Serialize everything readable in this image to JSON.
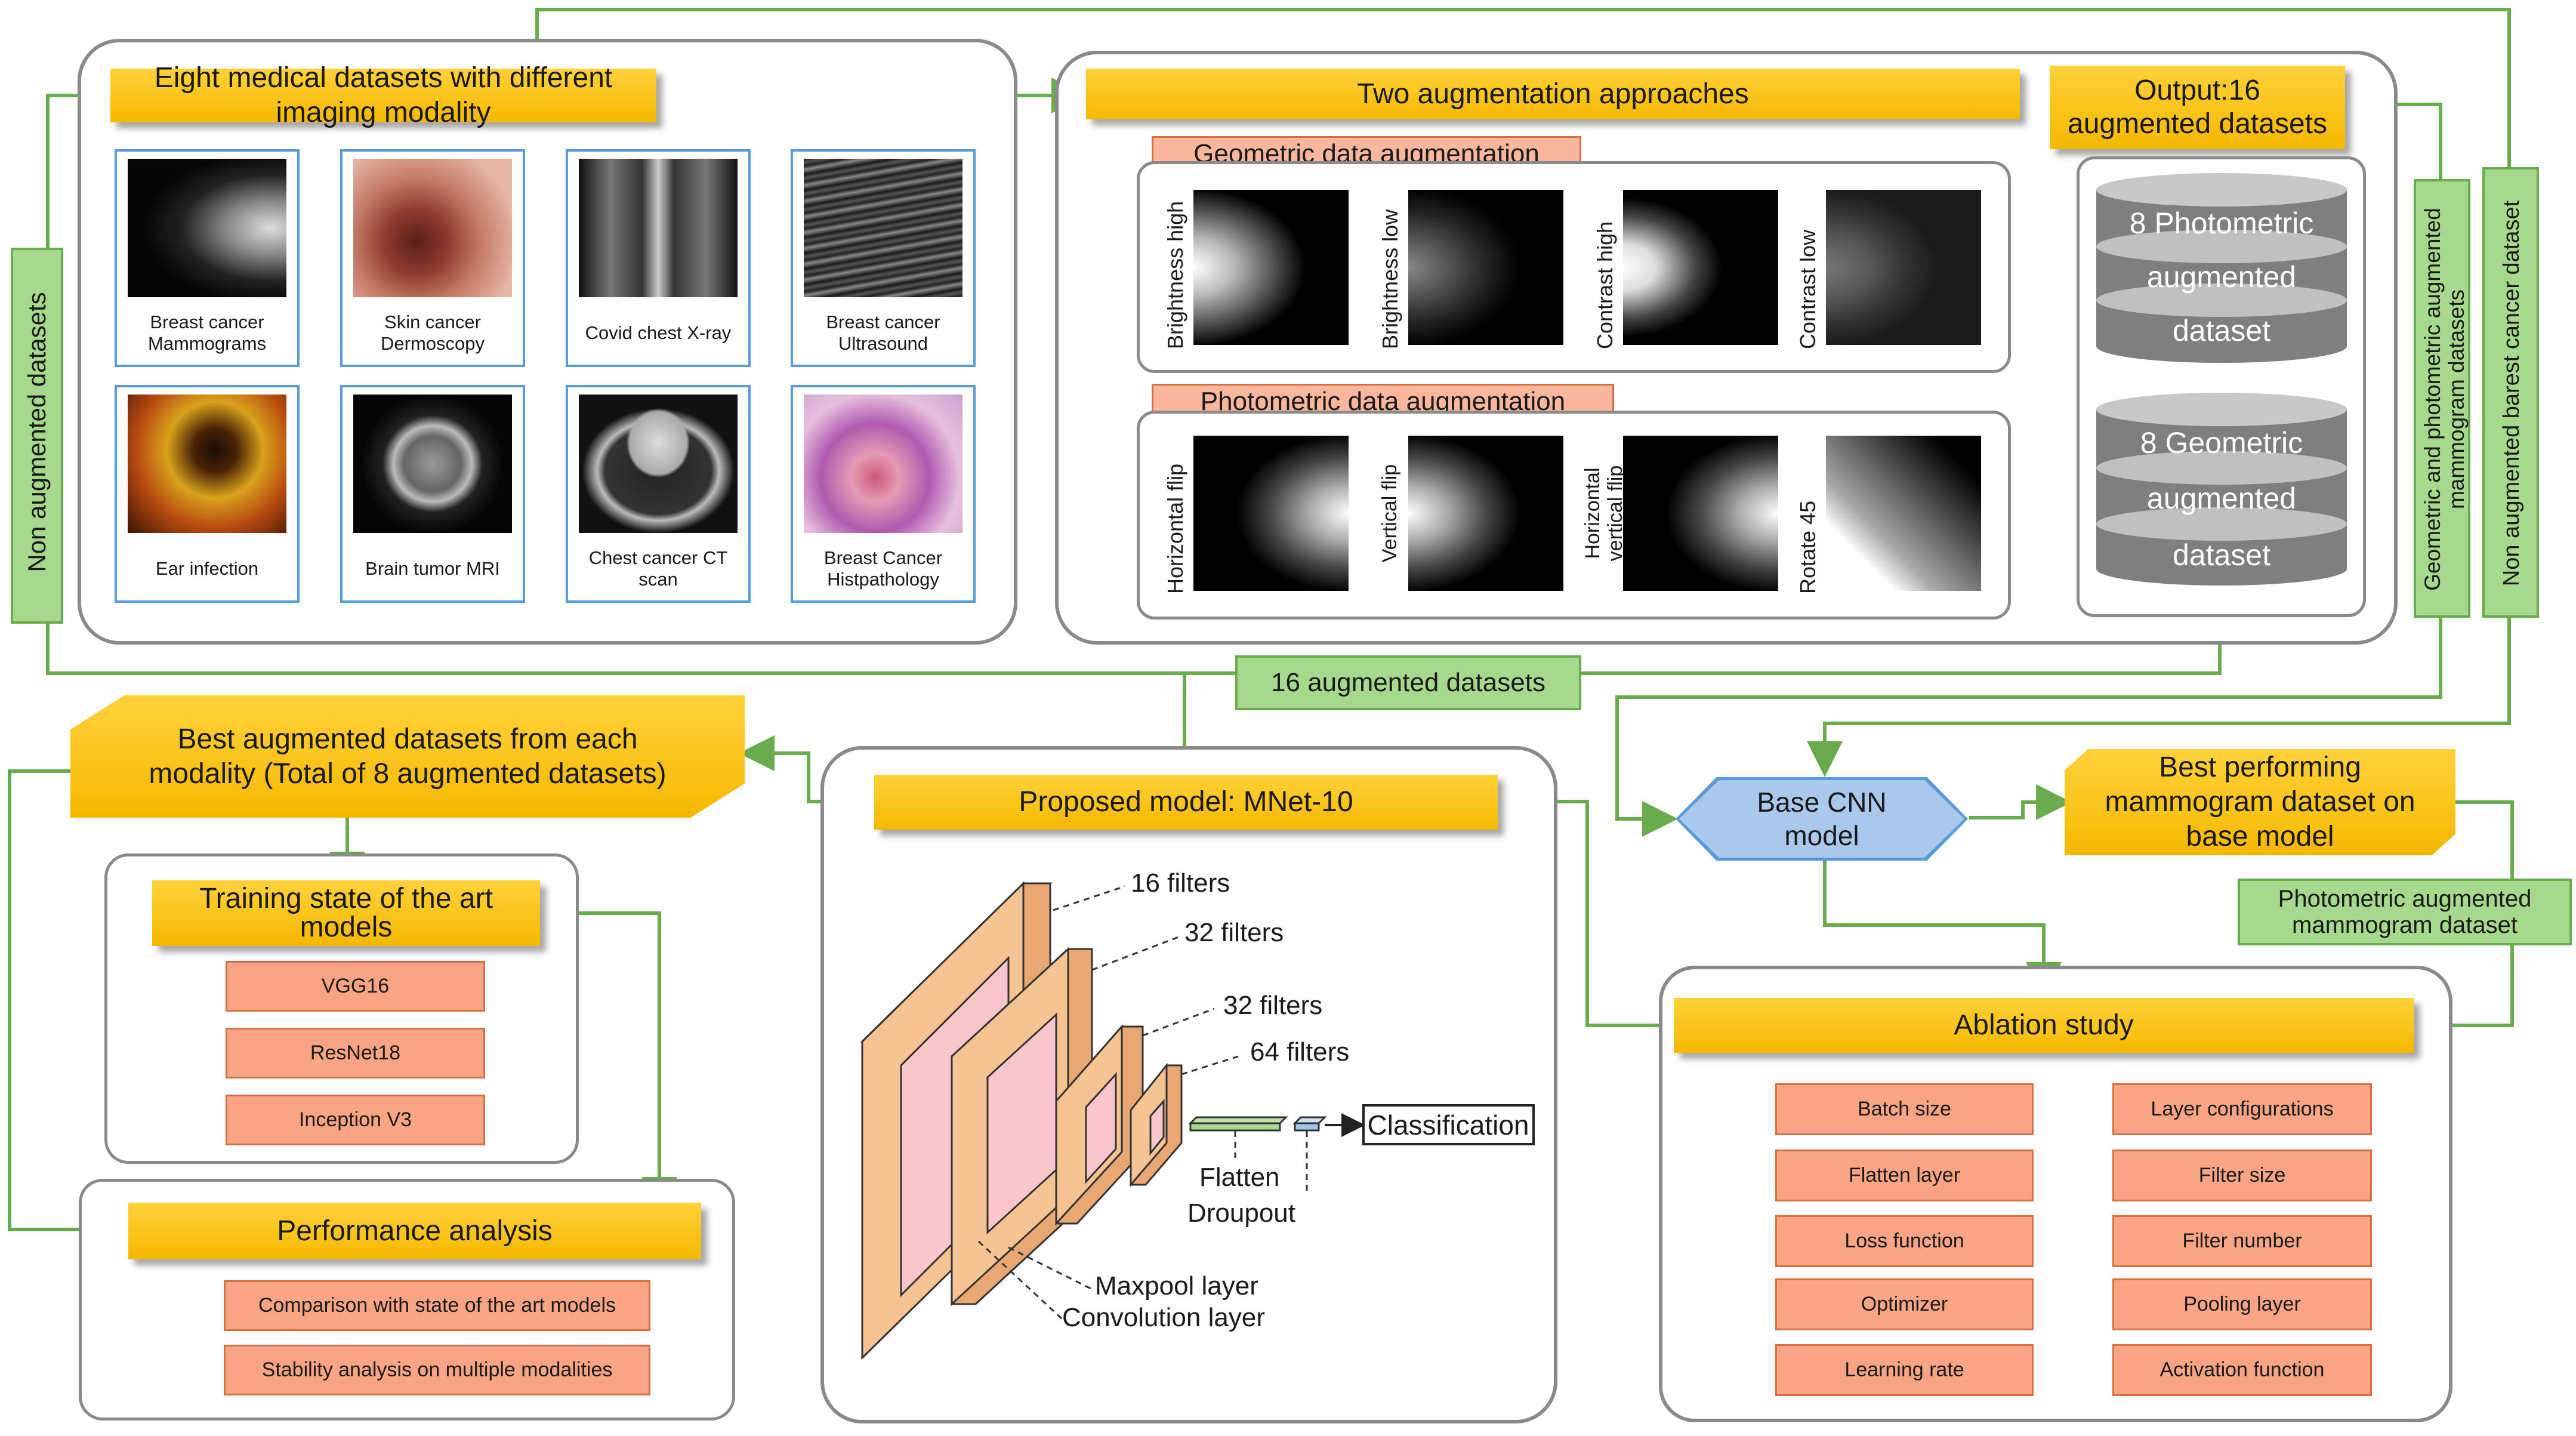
{
  "datasets_panel": {
    "title": "Eight medical datasets with different imaging modality",
    "items": [
      {
        "caption": "Breast cancer Mammograms",
        "image": "mammogram-image"
      },
      {
        "caption": "Skin cancer Dermoscopy",
        "image": "dermoscopy-image"
      },
      {
        "caption": "Covid chest X-ray",
        "image": "chest-xray-image"
      },
      {
        "caption": "Breast cancer Ultrasound",
        "image": "ultrasound-image"
      },
      {
        "caption": "Ear infection",
        "image": "otoscopy-image"
      },
      {
        "caption": "Brain tumor MRI",
        "image": "brain-mri-image"
      },
      {
        "caption": "Chest cancer CT scan",
        "image": "chest-ct-image"
      },
      {
        "caption": "Breast Cancer Histpathology",
        "image": "histopathology-image"
      }
    ]
  },
  "non_augmented_label": "Non augmented datasets",
  "augmentation_panel": {
    "title": "Two augmentation approaches",
    "output_label": "Output:16 augmented datasets",
    "geometric_title": "Geometric data augmentation",
    "geometric_items": [
      "Brightness high",
      "Brightness low",
      "Contrast high",
      "Contrast low"
    ],
    "photometric_title": "Photometric data augmentation",
    "photometric_items": [
      "Horizontal flip",
      "Vertical flip",
      "Horizontal vertical flip",
      "Rotate 45"
    ],
    "db1": [
      "8 Photometric",
      "augmented",
      "dataset"
    ],
    "db2": [
      "8 Geometric",
      "augmented",
      "dataset"
    ]
  },
  "side_labels": {
    "geo_photo": "Geometric and photometric augmented mammogram datasets",
    "non_aug_barest": "Non augmented barest cancer dataset"
  },
  "augmented_16": "16 augmented datasets",
  "best_augmented": "Best augmented datasets from each modality (Total of 8 augmented datasets)",
  "training": {
    "title": "Training state of the art models",
    "models": [
      "VGG16",
      "ResNet18",
      "Inception V3"
    ]
  },
  "performance": {
    "title": "Performance analysis",
    "items": [
      "Comparison with state of the art models",
      "Stability analysis on multiple modalities"
    ]
  },
  "proposed": {
    "title": "Proposed model: MNet-10",
    "filters": [
      "16 filters",
      "32 filters",
      "32 filters",
      "64 filters"
    ],
    "classification": "Classification",
    "flatten": "Flatten",
    "dropout": "Droupout",
    "maxpool": "Maxpool layer",
    "convolution": "Convolution layer"
  },
  "base_cnn": "Base CNN model",
  "best_performing": "Best performing mammogram dataset on base model",
  "photometric_mammogram": "Photometric augmented mammogram dataset",
  "ablation": {
    "title": "Ablation study",
    "left": [
      "Batch size",
      "Flatten layer",
      "Loss function",
      "Optimizer",
      "Learning rate"
    ],
    "right": [
      "Layer configurations",
      "Filter size",
      "Filter number",
      "Pooling layer",
      "Activation function"
    ]
  },
  "colors": {
    "arrow_green": "#6aab4e",
    "arrow_blue": "#5b9bd5",
    "yellow": "#f5b800",
    "salmon": "#f8a485",
    "hexagon": "#a9c8ec"
  }
}
